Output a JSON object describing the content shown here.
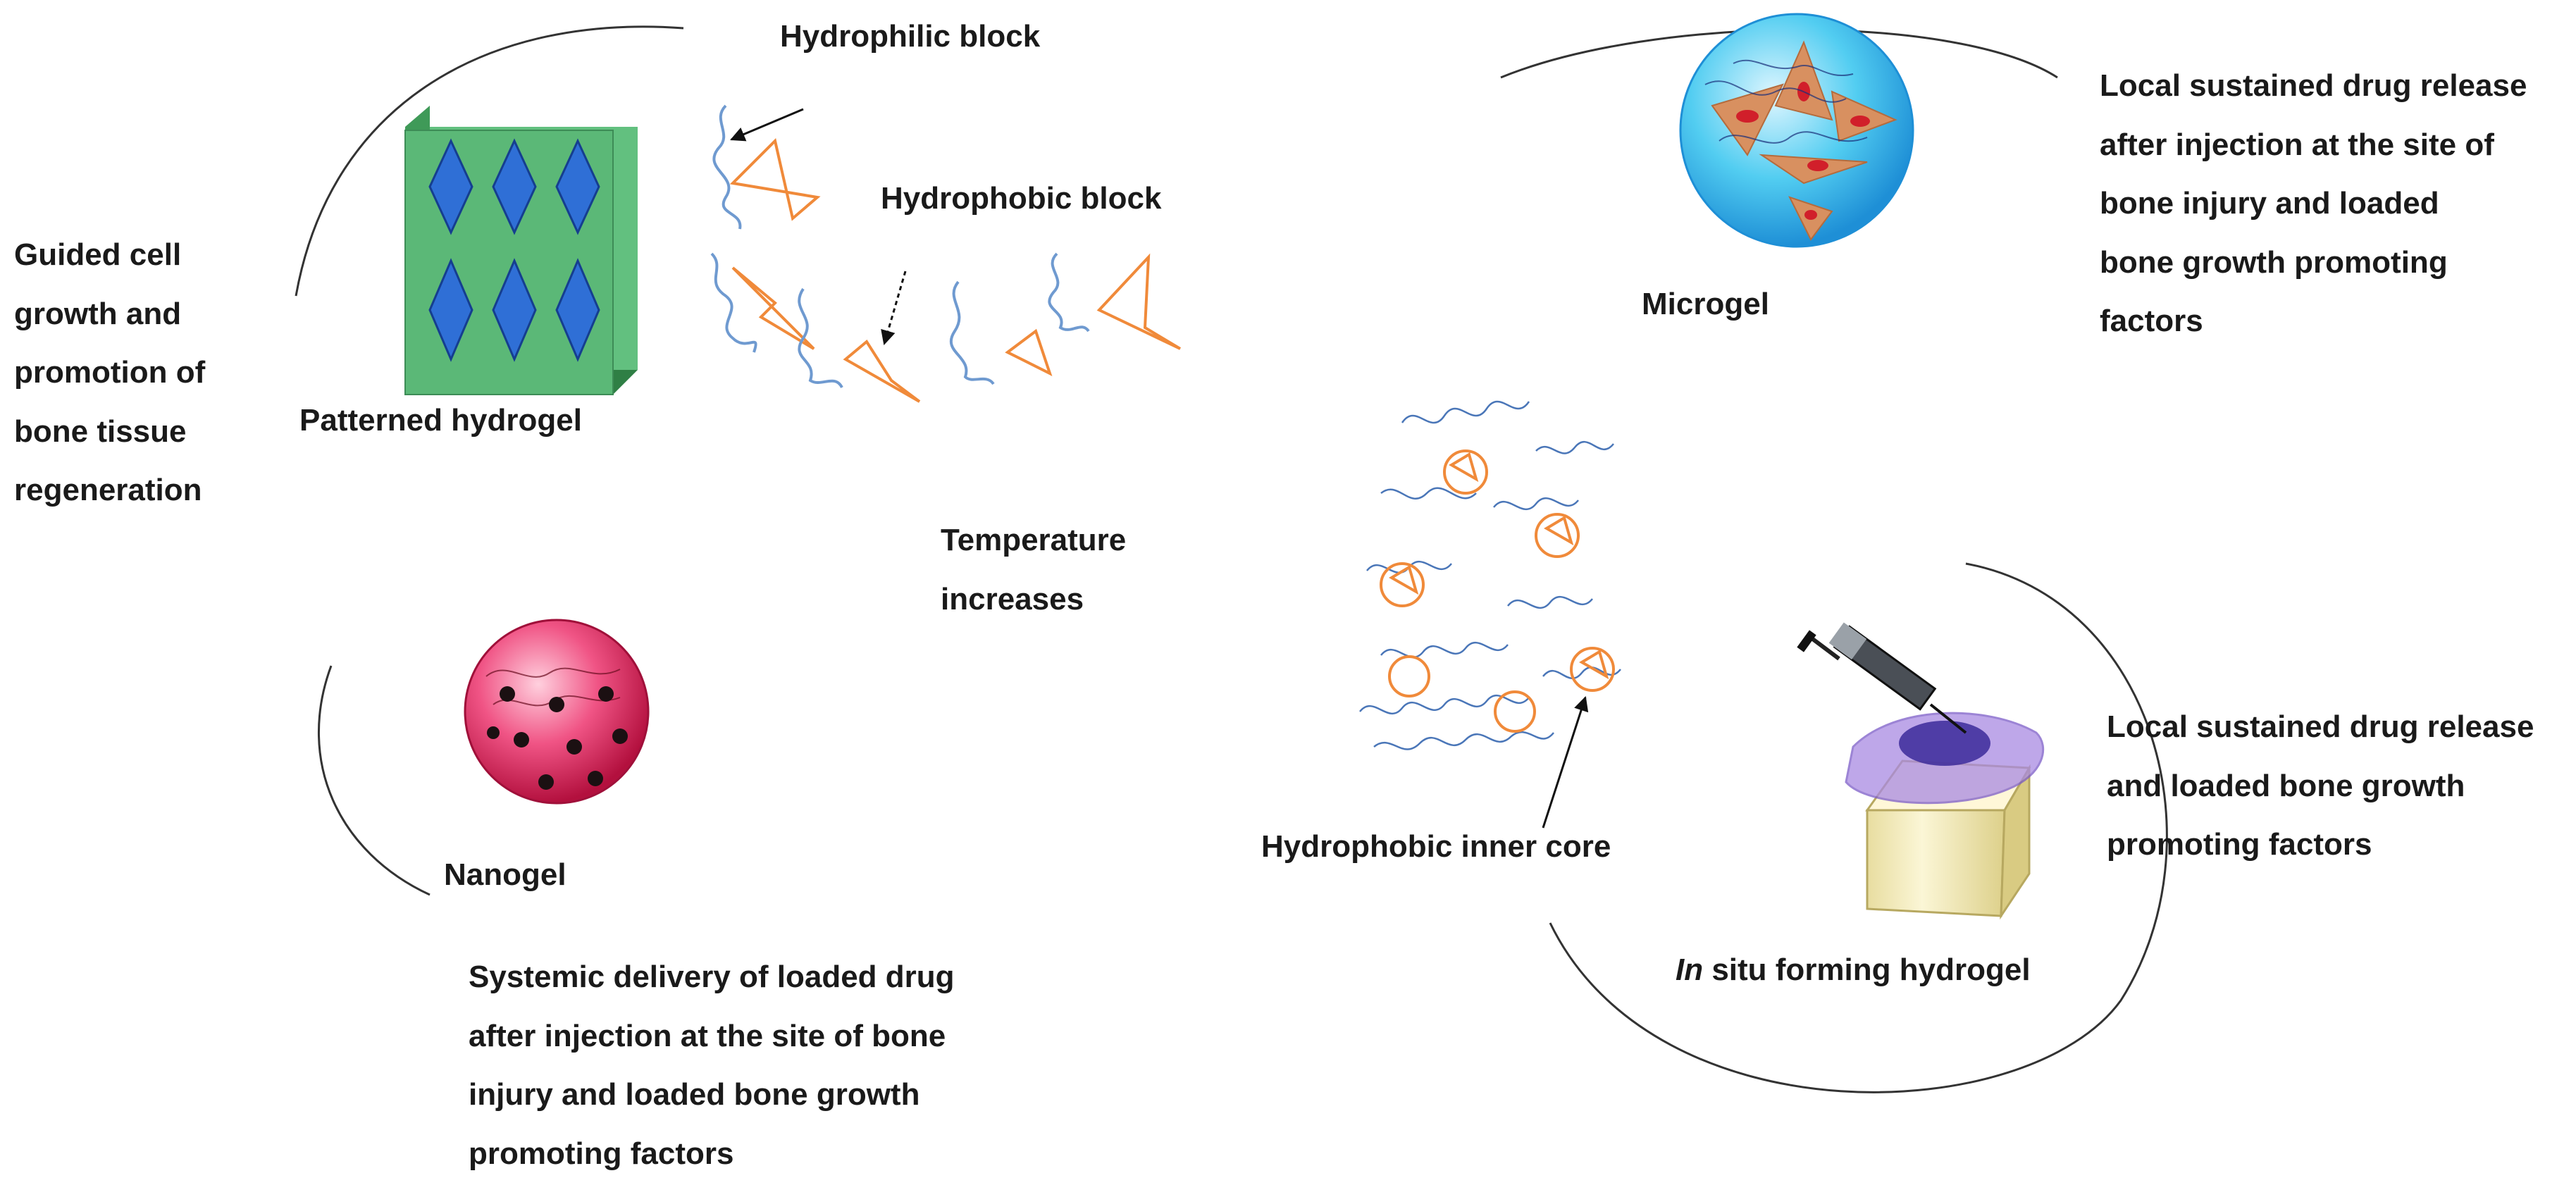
{
  "labels": {
    "hydrophilic_block": "Hydrophilic block",
    "hydrophobic_block": "Hydrophobic block",
    "patterned_hydrogel": "Patterned hydrogel",
    "temperature_increases": "Temperature\nincreases",
    "microgel": "Microgel",
    "nanogel": "Nanogel",
    "hydrophobic_inner_core": "Hydrophobic inner core",
    "in_situ_prefix": "In",
    "in_situ_rest": " situ forming hydrogel"
  },
  "descriptions": {
    "guided_growth": "Guided cell\ngrowth and\npromotion of\nbone tissue\nregeneration",
    "microgel_release": "Local sustained drug release\nafter injection at the site of\nbone injury and loaded\nbone growth promoting\nfactors",
    "insitu_release": "Local sustained drug release\nand loaded bone growth\npromoting factors",
    "nanogel_delivery": "Systemic delivery of loaded drug\nafter injection at the site of bone\ninjury and loaded bone growth\npromoting factors"
  },
  "colors": {
    "hydrogel_green": "#5fbf7a",
    "diamond_blue": "#2f6fd6",
    "polymer_blue": "#6f9ad0",
    "block_orange": "#f08a3a",
    "microgel_cyan": "#3fc6ee",
    "nanogel_pink": "#e83a6a",
    "bone_cream": "#f3ecc0",
    "gel_purple": "#a78ae0"
  },
  "icons": [
    "patterned-hydrogel-icon",
    "microgel-sphere-icon",
    "nanogel-sphere-icon",
    "syringe-icon",
    "bone-defect-icon",
    "micelle-network-icon"
  ]
}
